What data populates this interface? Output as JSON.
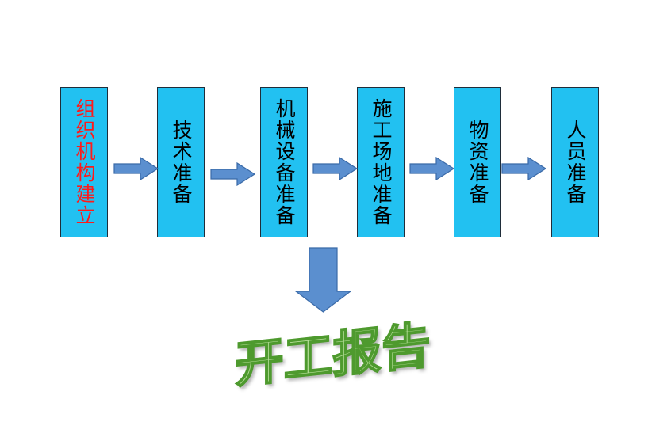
{
  "diagram": {
    "steps": [
      {
        "label": "组织机构建立",
        "color": "#ff1a1a"
      },
      {
        "label": "技术准备",
        "color": "#000000"
      },
      {
        "label": "机械设备准备",
        "color": "#000000"
      },
      {
        "label": "施工场地准备",
        "color": "#000000"
      },
      {
        "label": "物资准备",
        "color": "#000000"
      },
      {
        "label": "人员准备",
        "color": "#000000"
      }
    ],
    "result_label": "开工报告",
    "colors": {
      "box_fill": "#22c1f1",
      "arrow_fill": "#5b8fcf",
      "arrow_stroke": "#3a6aa8",
      "result_fill": "#b9e09c",
      "result_outline": "#4e9a2e"
    }
  }
}
